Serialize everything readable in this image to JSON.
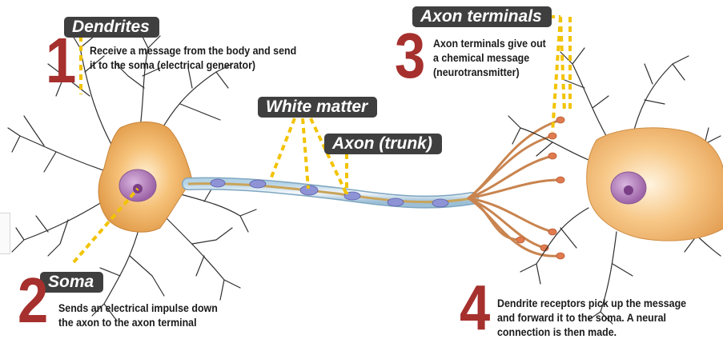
{
  "labels": {
    "dendrites": "Dendrites",
    "white_matter": "White matter",
    "axon_trunk": "Axon (trunk)",
    "axon_terminals": "Axon terminals",
    "soma": "Soma"
  },
  "steps": [
    {
      "number": "1",
      "text_lines": [
        "Receive a message from the body and send",
        "it to the soma (electrical generator)"
      ]
    },
    {
      "number": "2",
      "text_lines": [
        "Sends an electrical impulse down",
        "the axon to the axon terminal"
      ]
    },
    {
      "number": "3",
      "text_lines": [
        "Axon terminals give out",
        "a chemical message",
        "(neurotransmitter)"
      ]
    },
    {
      "number": "4",
      "text_lines": [
        "Dendrite receptors pick up the message",
        "and forward it to the soma. A neural",
        "connection is then made."
      ]
    }
  ],
  "colors": {
    "label_bg": "#3f3f3f",
    "number": "#a6302d",
    "leader_line": "#f2c300",
    "soma": "#f3b566",
    "nucleus": "#b07bb8",
    "dendrite": "#3a3a3a",
    "axon": "#d9b97a",
    "myelin": "#8e93d6",
    "terminal": "#e07b50"
  }
}
